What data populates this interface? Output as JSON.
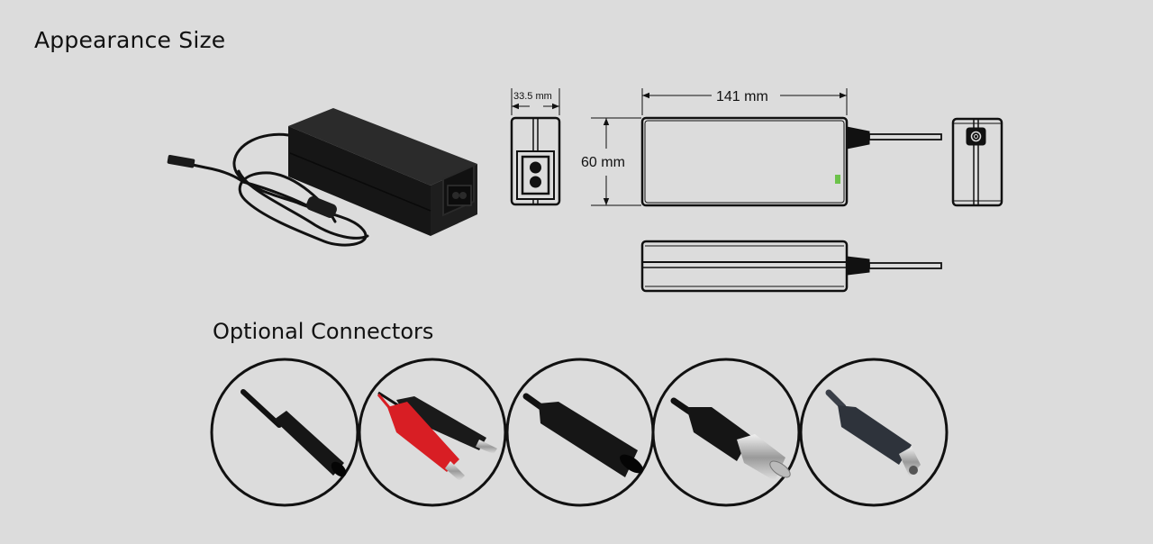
{
  "sections": {
    "appearance_title": "Appearance Size",
    "connectors_title": "Optional Connectors"
  },
  "dimensions": {
    "depth": "33.5 mm",
    "length": "141 mm",
    "width": "60 mm"
  },
  "colors": {
    "background": "#dcdcdc",
    "led": "#6cc24a",
    "clip_red": "#d81e24",
    "outline": "#111111"
  },
  "connectors": [
    {
      "name": "dc-barrel-female"
    },
    {
      "name": "alligator-clips"
    },
    {
      "name": "xlr-black"
    },
    {
      "name": "xlr-3pin-male"
    },
    {
      "name": "rca-style-plug"
    }
  ]
}
